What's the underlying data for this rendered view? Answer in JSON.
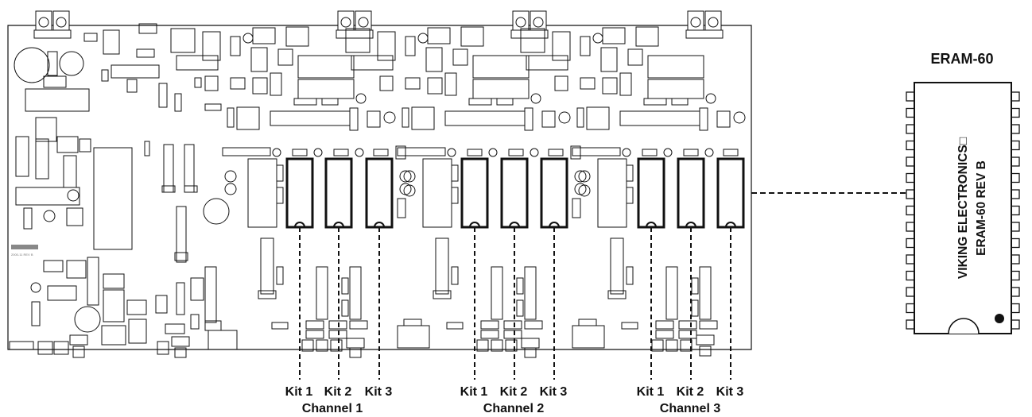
{
  "board": {
    "silkscreen_text": "2000-11 REV B",
    "channels": [
      {
        "name": "Channel 1",
        "kits": [
          "Kit 1",
          "Kit 2",
          "Kit 3"
        ]
      },
      {
        "name": "Channel 2",
        "kits": [
          "Kit 1",
          "Kit 2",
          "Kit 3"
        ]
      },
      {
        "name": "Channel 3",
        "kits": [
          "Kit 1",
          "Kit 2",
          "Kit 3"
        ]
      }
    ]
  },
  "chip": {
    "title": "ERAM-60",
    "line1": "VIKING ELECTRONICS□",
    "line2": "ERAM-60 REV B"
  },
  "colors": {
    "ink": "#111111",
    "background": "#ffffff"
  }
}
